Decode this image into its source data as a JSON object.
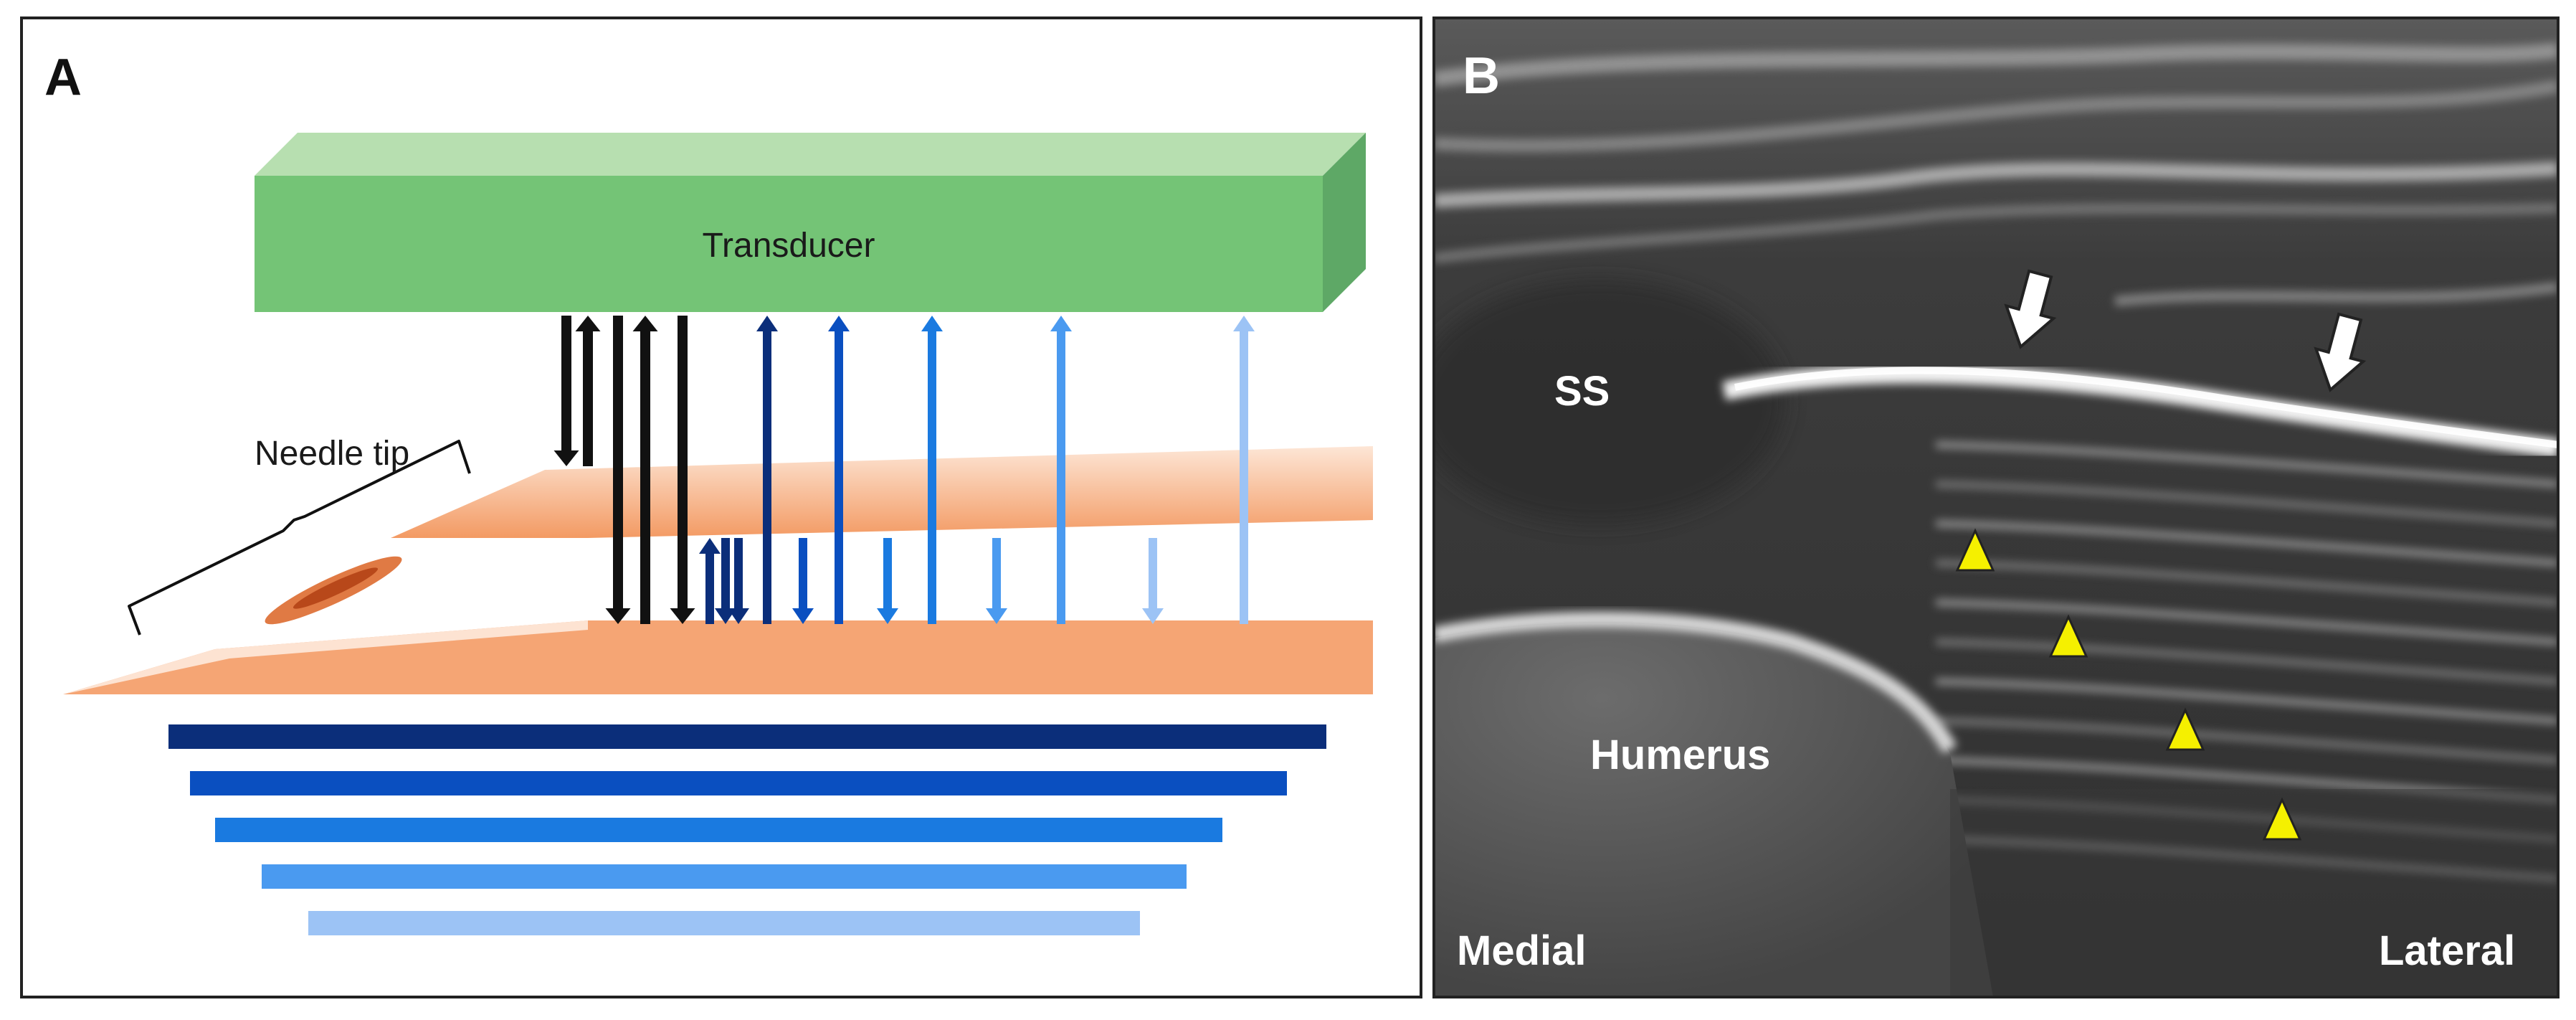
{
  "panel_a": {
    "letter": "A",
    "transducer_label": "Transducer",
    "needle_tip_label": "Needle tip",
    "colors": {
      "transducer_front": "#74c476",
      "transducer_top": "#b7dfb0",
      "transducer_side": "#5ea866",
      "needle_shaft": "#f4a878",
      "needle_highlight": "#fde3d2",
      "bevel": "#d4622a",
      "reverberation": "#111111",
      "echo_shades": [
        "#0b2e7a",
        "#0a4fc0",
        "#1a7ae0",
        "#4a9af0",
        "#9cc3f5"
      ]
    },
    "echo_bars_count": 5
  },
  "panel_b": {
    "letter": "B",
    "labels": {
      "ss": "SS",
      "humerus": "Humerus",
      "medial": "Medial",
      "lateral": "Lateral"
    },
    "colors": {
      "arrowhead_marker": "#f5f000",
      "needle_arrow": "#ffffff"
    },
    "white_arrows_count": 2,
    "yellow_arrowheads_count": 4
  }
}
